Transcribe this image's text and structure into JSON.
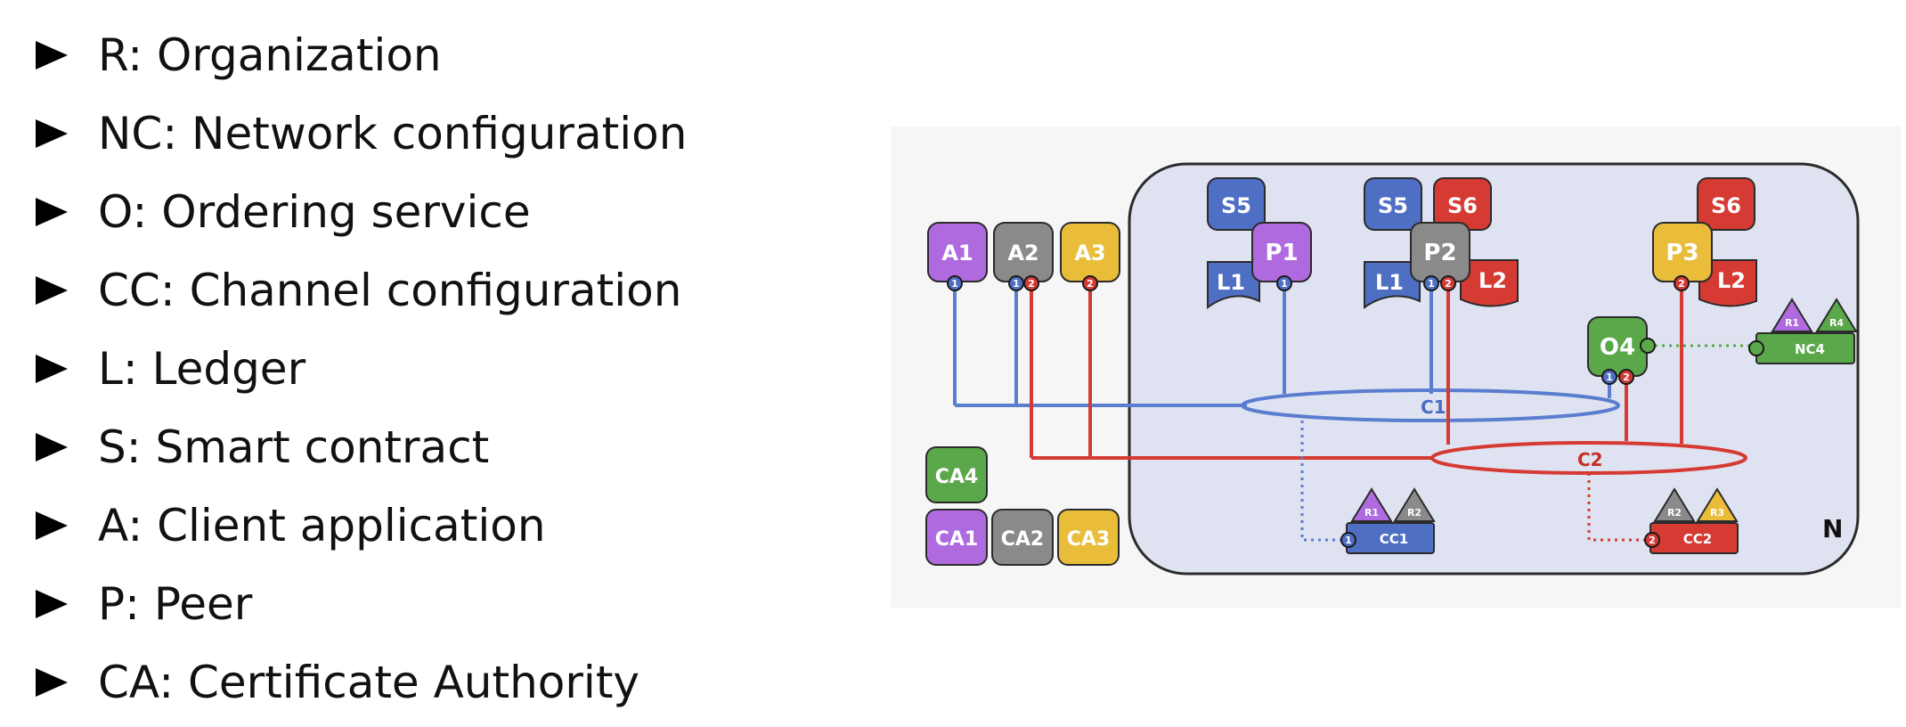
{
  "legend": [
    {
      "label": "R: Organization"
    },
    {
      "label": "NC: Network configuration"
    },
    {
      "label": "O: Ordering service"
    },
    {
      "label": "CC: Channel configuration"
    },
    {
      "label": "L: Ledger"
    },
    {
      "label": "S: Smart contract"
    },
    {
      "label": "A: Client application"
    },
    {
      "label": "P: Peer"
    },
    {
      "label": "CA: Certificate Authority"
    }
  ],
  "diagram": {
    "network_label": "N",
    "apps": [
      "A1",
      "A2",
      "A3"
    ],
    "cas": [
      "CA4",
      "CA1",
      "CA2",
      "CA3"
    ],
    "peers": [
      "P1",
      "P2",
      "P3"
    ],
    "orderer": "O4",
    "smart_contracts": {
      "s5a": "S5",
      "s5b": "S5",
      "s6a": "S6",
      "s6b": "S6"
    },
    "ledgers": {
      "l1a": "L1",
      "l1b": "L1",
      "l2a": "L2",
      "l2b": "L2"
    },
    "channels": {
      "c1": "C1",
      "c2": "C2"
    },
    "channel_configs": {
      "cc1": "CC1",
      "cc2": "CC2"
    },
    "network_config": "NC4",
    "orgs": {
      "nc4_r1": "R1",
      "nc4_r4": "R4",
      "cc1_r1": "R1",
      "cc1_r2": "R2",
      "cc2_r2": "R2",
      "cc2_r3": "R3"
    },
    "port_labels": {
      "one": "1",
      "two": "2"
    },
    "colors": {
      "purple": "#b06ae0",
      "gray": "#8a8a8a",
      "yellow": "#e9bd3a",
      "blue": "#4f6fc4",
      "red": "#d83a32",
      "green": "#5aa84a",
      "network_bg": "#dfe3f1"
    }
  }
}
